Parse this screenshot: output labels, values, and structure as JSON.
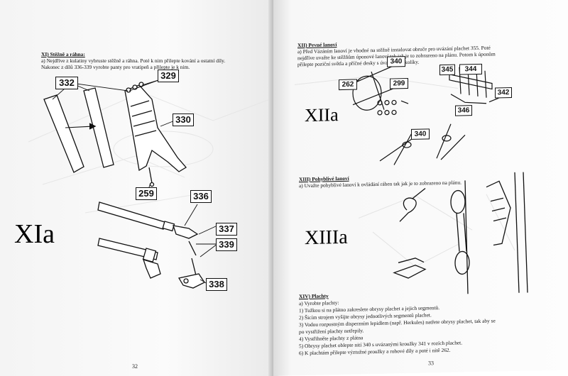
{
  "left_page": {
    "section_title": "XI) Stěžně a ráhna:",
    "line_a": "a) Nejdříve z kulatiny vybruste stěžně a ráhna. Poté k nim přilepte kování a ostatní díly.",
    "line_b": "Nakonec z dílů 336-339 vyrobte panty pro vratipeň a přilepte je k nim.",
    "big_label": "XIa",
    "part_labels": [
      "332",
      "329",
      "330",
      "259",
      "336",
      "337",
      "339",
      "338"
    ],
    "page_number": "32"
  },
  "right_page": {
    "section12_title": "XII) Pevné lanoví",
    "section12_lines": [
      "a) Před Vázáním lanoví je vhodné na stěžně instalovat obruče pro uvázání plachet 355. Poté",
      "nejdříve uvažte ke stěžňům úponové lanoví tak jak je to zobrazeno na plánu. Potom k úponům",
      "přilepte poziční světla a příčné desky s úvazovými kolíky."
    ],
    "big_label_12": "XIIa",
    "part_labels_12": [
      "340",
      "262",
      "299",
      "345",
      "344",
      "342",
      "346",
      "340"
    ],
    "section13_title": "XIII) Pohyblivé lanoví",
    "section13_line": "a) Uvažte pohyblivé lanoví k ovládání ráhen tak jak je to zobrazeno na plánu.",
    "big_label_13": "XIIIa",
    "section14_title": "XIV) Plachty",
    "section14_lines": [
      "a) Vyrobte plachty:",
      "1) Tužkou si na plátno zakreslete obrysy plachet a jejich segmentů.",
      "2) Šicím strojem vyšijte obrysy jednotlivých segmentů plachet.",
      "3) Vodou rozpustným disperzním lepidlem (např. Herkules) natřete obrysy plachet, tak aby se",
      "po vystřižení plachty netřepily.",
      "4) Vystřihněte plachty z plátna",
      "5) Obrysy plachet oblepte nití 340 s uvázanými kroužky 341 v rozích plachet.",
      "6) K plachtám přilepte výztužné proužky a rohové díly a poté i nitě 262."
    ],
    "page_number": "33"
  }
}
